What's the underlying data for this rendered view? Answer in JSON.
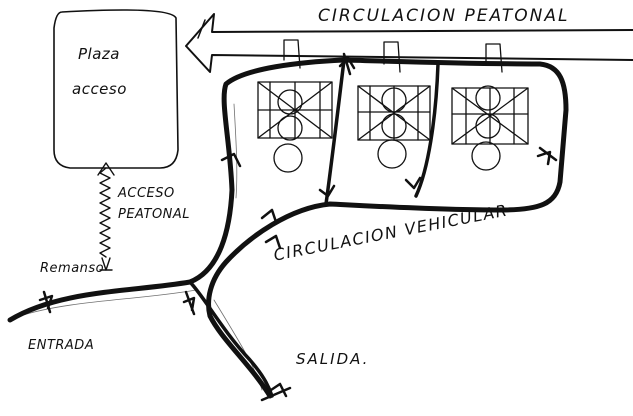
{
  "labels": {
    "circulacion_peatonal": "CIRCULACION PEATONAL",
    "plaza_line1": "Plaza",
    "plaza_line2": "acceso",
    "acceso_line1": "ACCESO",
    "acceso_line2": "PEATONAL",
    "remanso": "Remanso",
    "circulacion_vehicular": "CIRCULACION VEHICULAR",
    "entrada": "ENTRADA",
    "salida": "SALIDA."
  },
  "colors": {
    "ink": "#111111",
    "paper": "#ffffff"
  }
}
